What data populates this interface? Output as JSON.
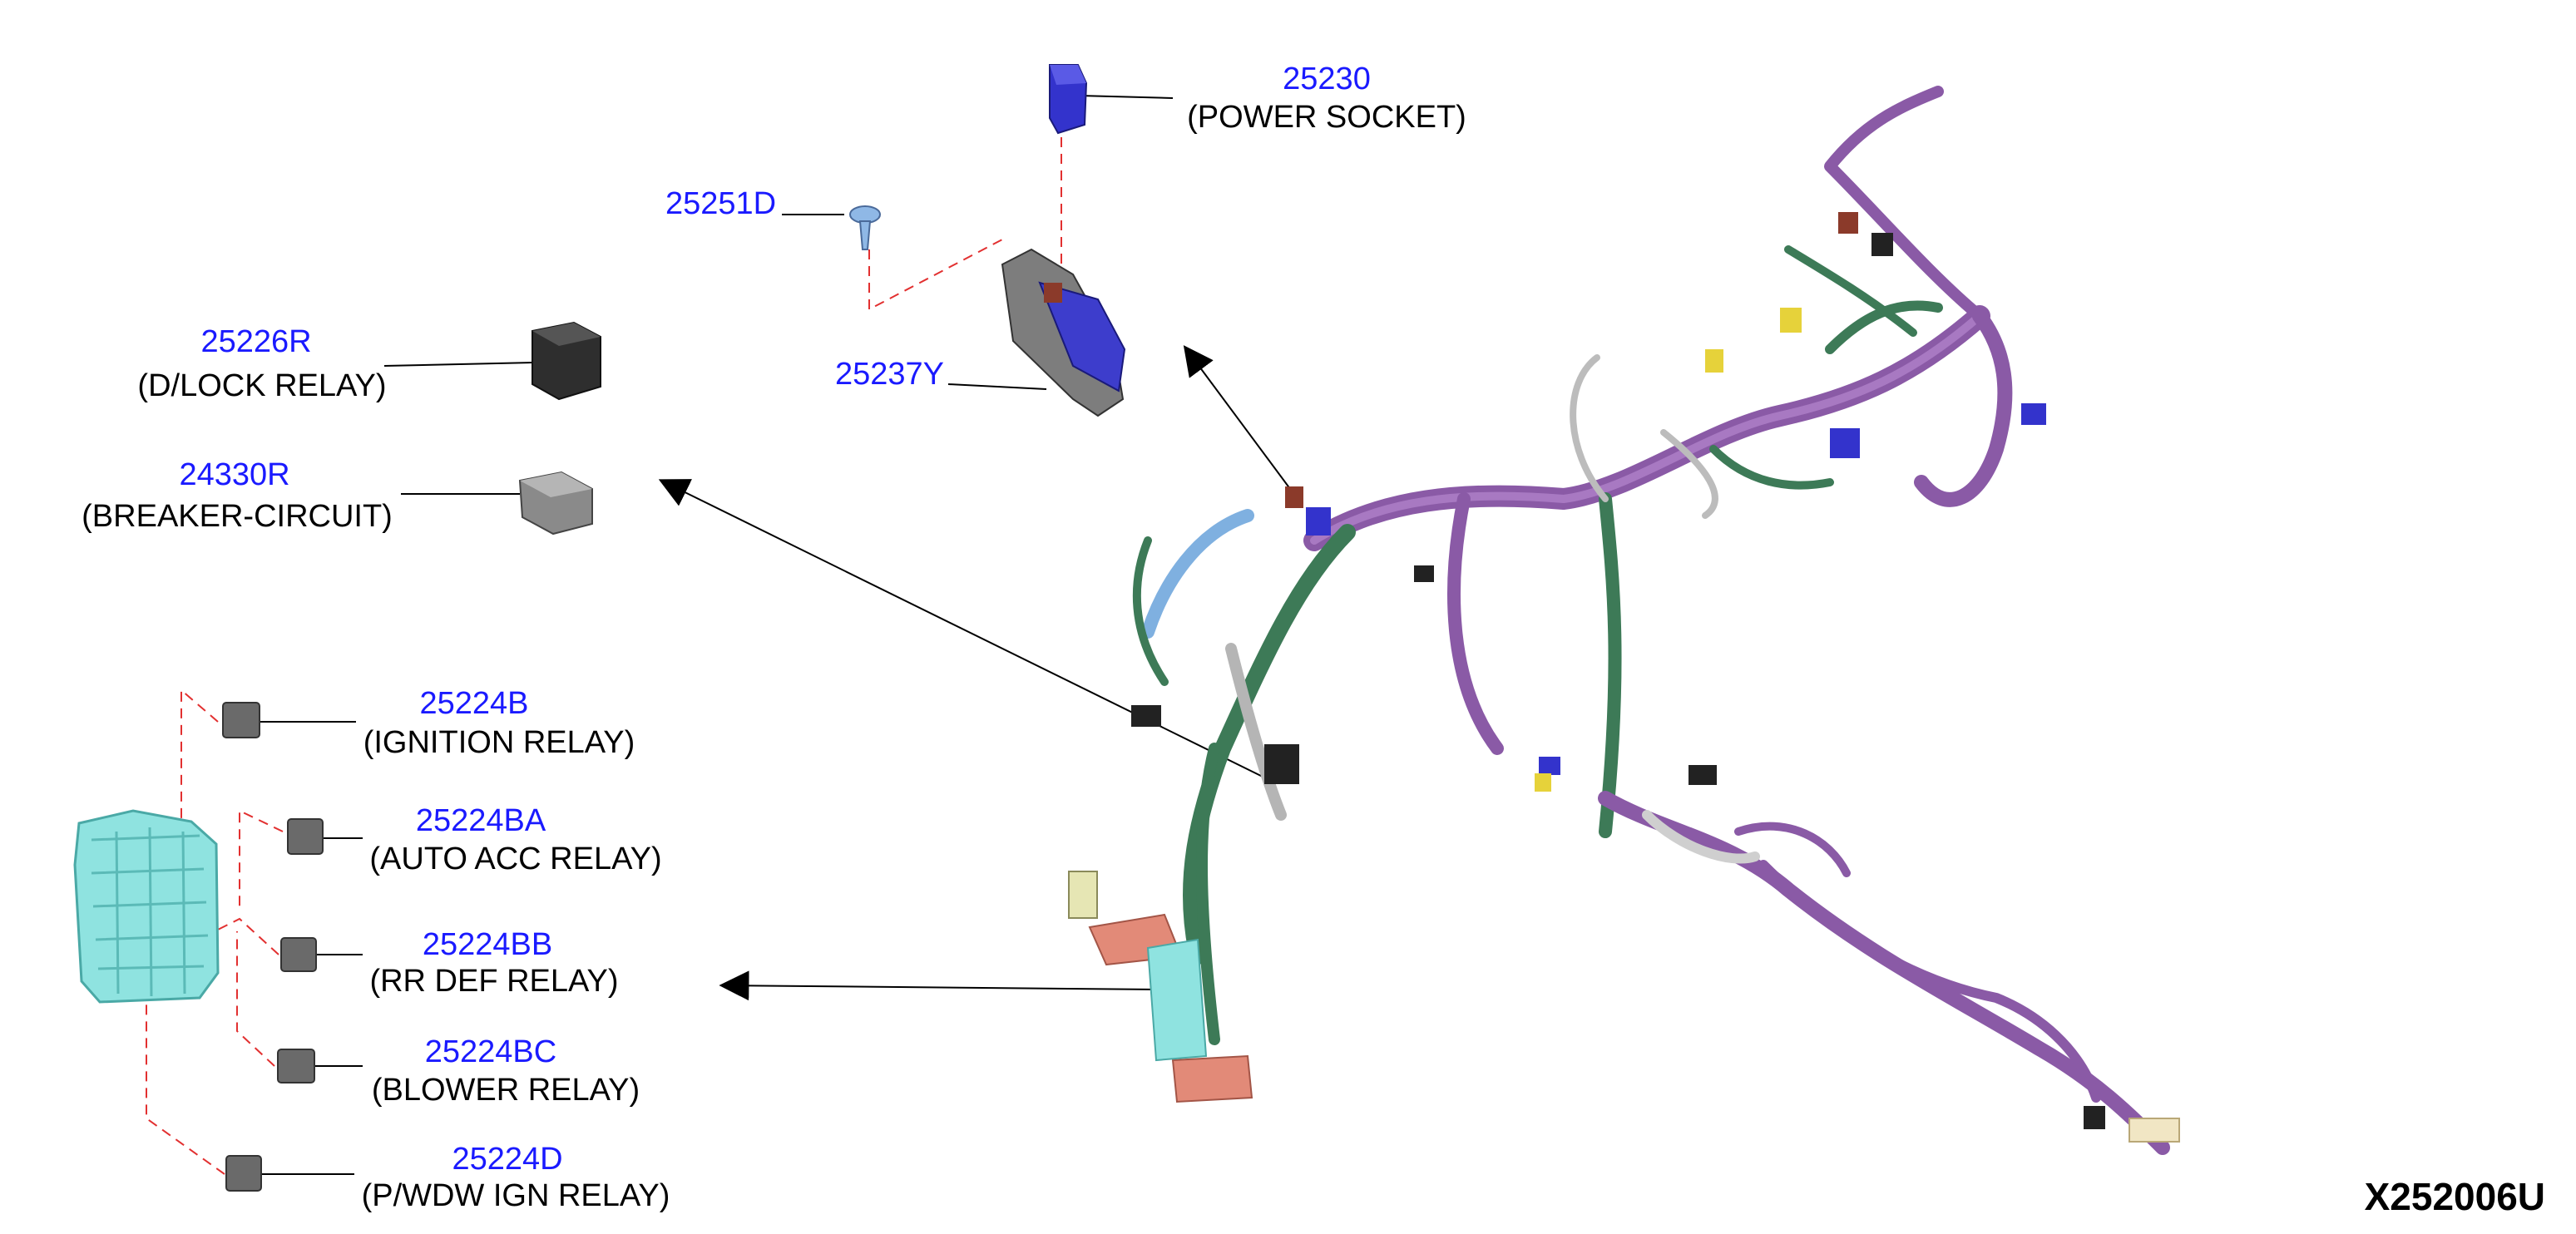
{
  "diagram_code": "X252006U",
  "parts": [
    {
      "id": "p25230",
      "number": "25230",
      "name": "(POWER SOCKET)"
    },
    {
      "id": "p25251d",
      "number": "25251D",
      "name": ""
    },
    {
      "id": "p25237y",
      "number": "25237Y",
      "name": ""
    },
    {
      "id": "p25226r",
      "number": "25226R",
      "name": "(D/LOCK RELAY)"
    },
    {
      "id": "p24330r",
      "number": "24330R",
      "name": "(BREAKER-CIRCUIT)"
    },
    {
      "id": "p25224b",
      "number": "25224B",
      "name": "(IGNITION RELAY)"
    },
    {
      "id": "p25224ba",
      "number": "25224BA",
      "name": "(AUTO ACC RELAY)"
    },
    {
      "id": "p25224bb",
      "number": "25224BB",
      "name": "(RR DEF RELAY)"
    },
    {
      "id": "p25224bc",
      "number": "25224BC",
      "name": "(BLOWER RELAY)"
    },
    {
      "id": "p25224d",
      "number": "25224D",
      "name": "(P/WDW IGN RELAY)"
    }
  ],
  "colors": {
    "part_number": "#1a1aff",
    "dashed_leader": "#e23030",
    "harness_purple": "#8a5aa6",
    "harness_green": "#3d7a57",
    "harness_blue": "#7fb0e0",
    "fuse_block": "#8fe3e0",
    "socket_blue": "#3333cc",
    "relay_dark": "#333333",
    "relay_gray": "#8a8a8a",
    "connector_yellow": "#e6d23a",
    "connector_red": "#8b3a2a",
    "connector_salmon": "#e28a78"
  },
  "icons": [
    "power-socket-icon",
    "clip-icon",
    "bracket-icon",
    "relay-icon",
    "breaker-icon",
    "fuse-block-icon",
    "wire-harness-icon"
  ]
}
